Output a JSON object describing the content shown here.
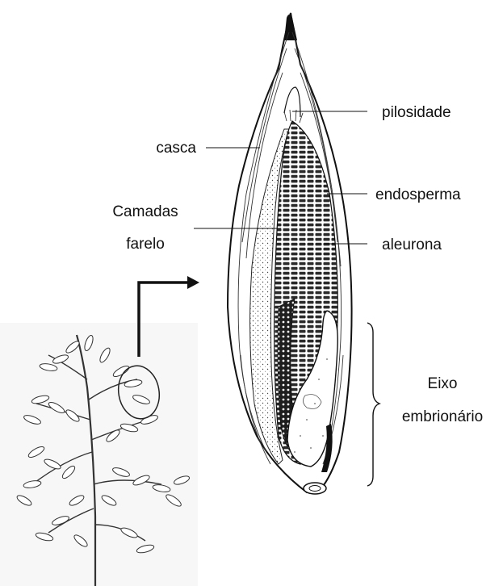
{
  "labels": {
    "pilosidade": "pilosidade",
    "casca": "casca",
    "endosperma": "endosperma",
    "camadas_line1": "Camadas",
    "camadas_line2": "farelo",
    "aleurona": "aleurona",
    "eixo_line1": "Eixo",
    "eixo_line2": "embrionário"
  }
}
